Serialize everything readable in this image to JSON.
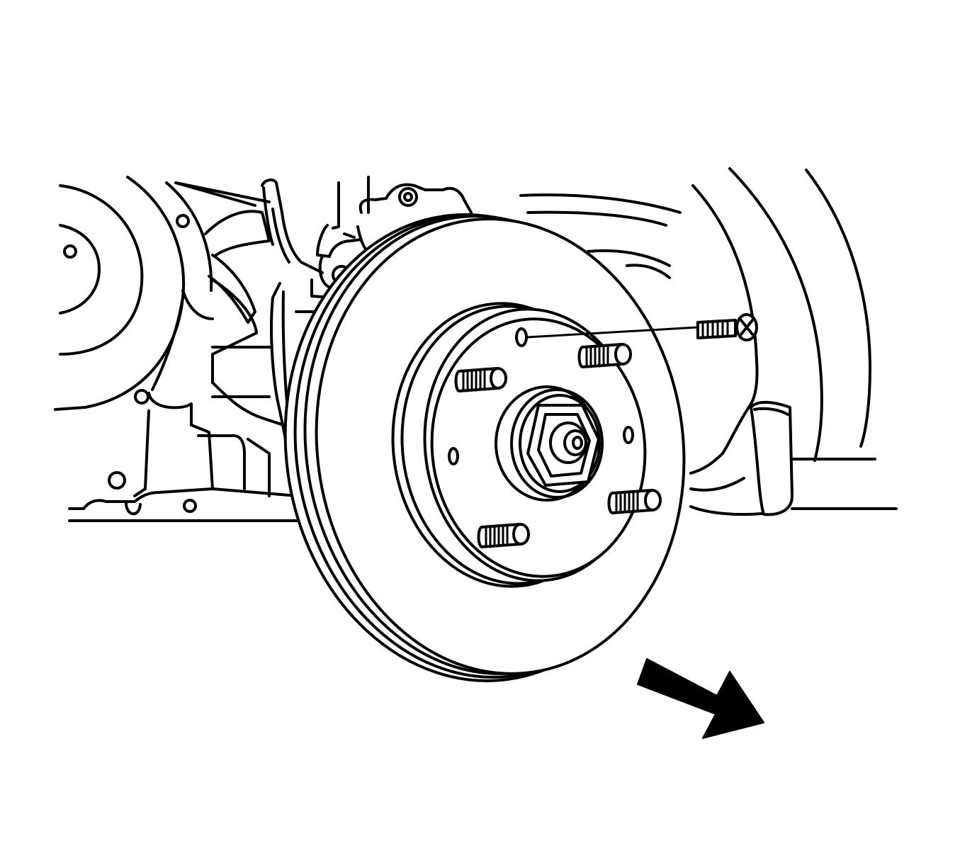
{
  "figure": {
    "subject": "brake-rotor-removal",
    "colors": {
      "line": "#000000",
      "background": "#ffffff"
    },
    "icons": [
      "brake-rotor",
      "wheel-stud",
      "hub-nut",
      "retaining-screw",
      "direction-arrow"
    ]
  }
}
